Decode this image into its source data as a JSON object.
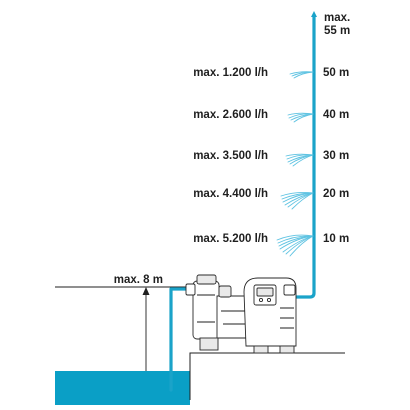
{
  "diagram": {
    "max_height_label": "max.\n55 m",
    "levels": [
      {
        "height": "50 m",
        "flow": "max. 1.200 l/h"
      },
      {
        "height": "40 m",
        "flow": "max. 2.600 l/h"
      },
      {
        "height": "30 m",
        "flow": "max. 3.500 l/h"
      },
      {
        "height": "20 m",
        "flow": "max. 4.400 l/h"
      },
      {
        "height": "10 m",
        "flow": "max. 5.200 l/h"
      }
    ],
    "suction_label": "max. 8 m",
    "colors": {
      "water": "#0a9fc6",
      "pipe": "#1aa3c9",
      "spray": "#5fc3e2",
      "ink": "#1f1f1f"
    }
  }
}
